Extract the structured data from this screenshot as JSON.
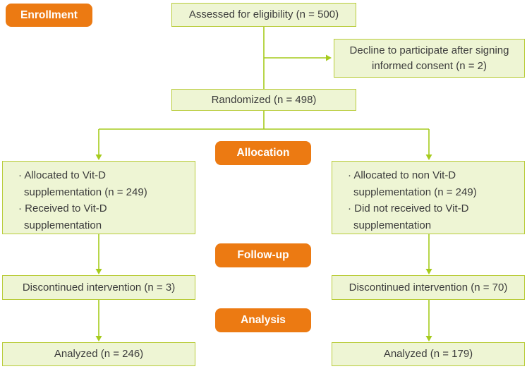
{
  "title": "CONSORT participant flow diagram",
  "colors": {
    "box_bg": "#eef5d4",
    "box_border": "#b9cc3a",
    "connector": "#a6cb1d",
    "badge_bg": "#ec7a12",
    "badge_text": "#ffffff",
    "text": "#3c3c3c"
  },
  "badges": {
    "enrollment": "Enrollment",
    "allocation": "Allocation",
    "followup": "Follow-up",
    "analysis": "Analysis"
  },
  "boxes": {
    "assessed": "Assessed for eligibility (n = 500)",
    "decline": {
      "lines": [
        "Decline to participate after signing",
        "informed consent (n = 2)"
      ]
    },
    "randomized": "Randomized (n = 498)",
    "alloc_left": {
      "lines": [
        "· Allocated to Vit-D",
        "supplementation (n = 249)",
        "· Received to Vit-D",
        "supplementation"
      ]
    },
    "alloc_right": {
      "lines": [
        "· Allocated to non Vit-D",
        "supplementation (n = 249)",
        "· Did not received to Vit-D",
        "supplementation"
      ]
    },
    "discontinued_left": "Discontinued intervention (n = 3)",
    "discontinued_right": "Discontinued intervention (n = 70)",
    "analyzed_left": "Analyzed (n = 246)",
    "analyzed_right": "Analyzed (n = 179)"
  }
}
